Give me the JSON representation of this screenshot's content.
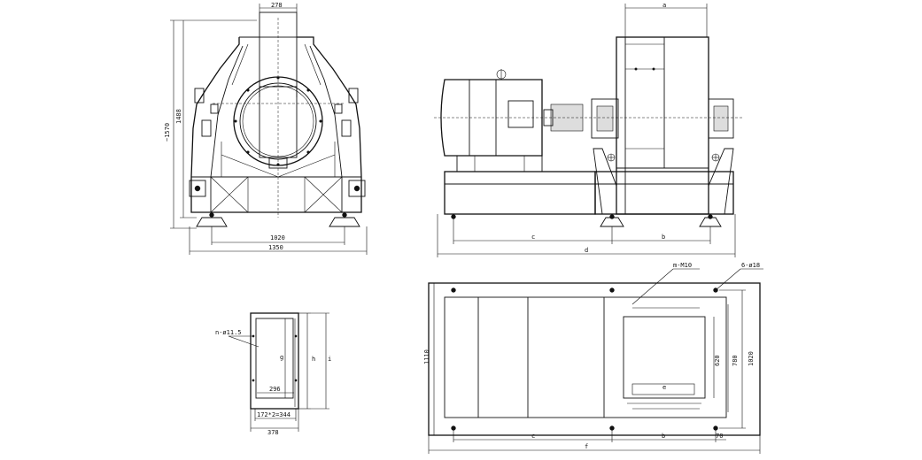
{
  "front_view": {
    "dim_top": "278",
    "dim_height_total": "~1570",
    "dim_height_body": "1488",
    "dim_base_inner": "1020",
    "dim_base_outer": "1350"
  },
  "side_view": {
    "dim_top": "a",
    "dim_c": "c",
    "dim_b": "b",
    "dim_d": "d"
  },
  "flange_view": {
    "hole_note": "n-ø11.5",
    "dim_inner_w": "296",
    "dim_bolt_spacing": "172*2=344",
    "dim_outer_w": "378",
    "dim_g": "g",
    "dim_h": "h",
    "dim_i": "i"
  },
  "plan_view": {
    "bolt_note": "m-M10",
    "hole_note": "6-ø18",
    "dim_width": "1110",
    "dim_620": "620",
    "dim_780": "780",
    "dim_1020": "1020",
    "dim_e": "e",
    "dim_c": "c",
    "dim_b": "b",
    "dim_70": "70",
    "dim_f": "f"
  }
}
